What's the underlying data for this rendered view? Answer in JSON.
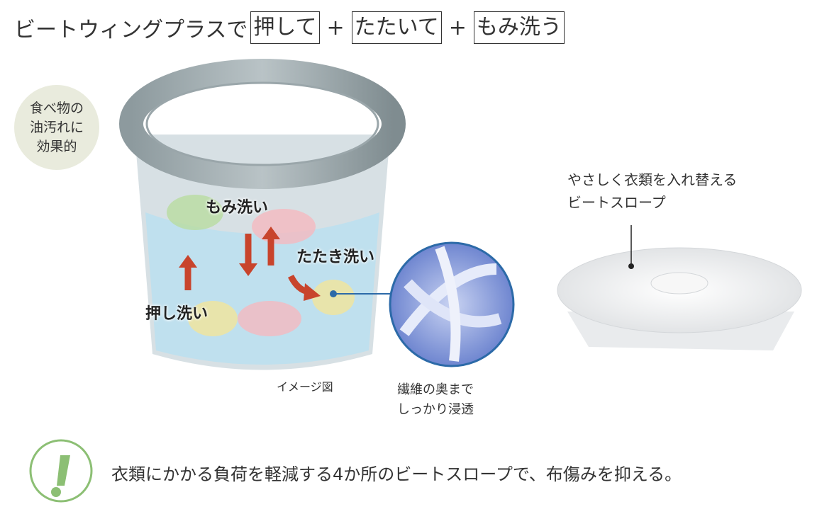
{
  "header": {
    "prefix": "ビートウィングプラスで",
    "box1": "押して",
    "plus": "+",
    "box2": "たたいて",
    "box3": "もみ洗う"
  },
  "badge": {
    "line1": "食べ物の",
    "line2": "油汚れに",
    "line3": "効果的"
  },
  "illustration": {
    "label_momi": "もみ洗い",
    "label_tataki": "たたき洗い",
    "label_oshi": "押し洗い",
    "caption_image": "イメージ図",
    "fiber_line1": "繊維の奥まで",
    "fiber_line2": "しっかり浸透",
    "slope_line1": "やさしく衣類を入れ替える",
    "slope_line2": "ビートスロープ"
  },
  "note": {
    "icon": "exclamation-icon",
    "text": "衣類にかかる負荷を軽減する4か所のビートスロープで、布傷みを抑える。"
  },
  "colors": {
    "accent_green": "#8cbf74",
    "arrow_red": "#c8442c",
    "badge_bg": "#e9ebdd"
  }
}
